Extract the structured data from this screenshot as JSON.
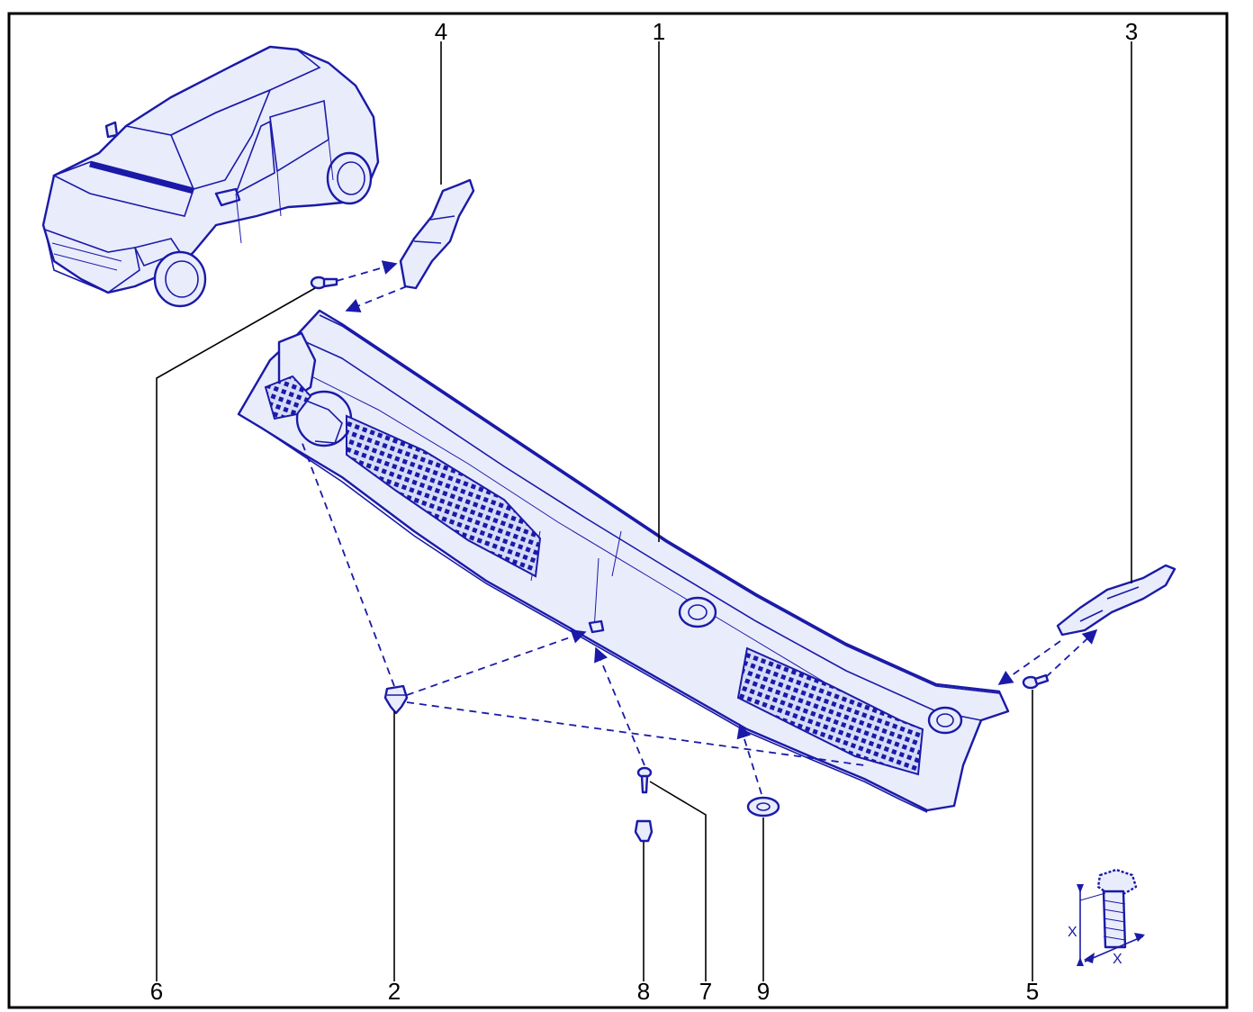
{
  "diagram": {
    "callouts": [
      {
        "id": "c1",
        "label": "1"
      },
      {
        "id": "c2",
        "label": "2"
      },
      {
        "id": "c3",
        "label": "3"
      },
      {
        "id": "c4",
        "label": "4"
      },
      {
        "id": "c5",
        "label": "5"
      },
      {
        "id": "c6",
        "label": "6"
      },
      {
        "id": "c7",
        "label": "7"
      },
      {
        "id": "c8",
        "label": "8"
      },
      {
        "id": "c9",
        "label": "9"
      }
    ],
    "torque_symbol": {
      "dimension_label_vertical": "X",
      "dimension_label_horizontal": "X"
    }
  },
  "colors": {
    "linework": "#1a1aa8",
    "fill": "#e9ecfb",
    "frame": "#000000"
  }
}
